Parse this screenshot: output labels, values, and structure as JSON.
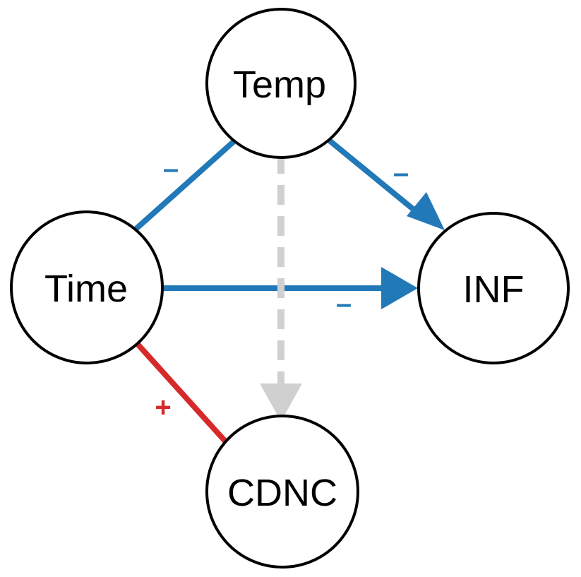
{
  "colors": {
    "negative": "#2279b8",
    "positive": "#d62a2a",
    "uncertain": "#d0d0d0",
    "node_stroke": "#000000"
  },
  "nodes": {
    "temp": "Temp",
    "time": "Time",
    "inf": "INF",
    "cdnc": "CDNC"
  },
  "edges": {
    "temp_time": {
      "from": "Temp",
      "to": "Time",
      "style": "solid",
      "directed": false,
      "sign": "–"
    },
    "temp_inf": {
      "from": "Temp",
      "to": "INF",
      "style": "solid",
      "directed": true,
      "sign": "–"
    },
    "time_inf": {
      "from": "Time",
      "to": "INF",
      "style": "solid",
      "directed": true,
      "sign": "–"
    },
    "time_cdnc": {
      "from": "Time",
      "to": "CDNC",
      "style": "solid",
      "directed": false,
      "sign": "+"
    },
    "temp_cdnc": {
      "from": "Temp",
      "to": "CDNC",
      "style": "dashed",
      "directed": true,
      "sign": ""
    }
  }
}
